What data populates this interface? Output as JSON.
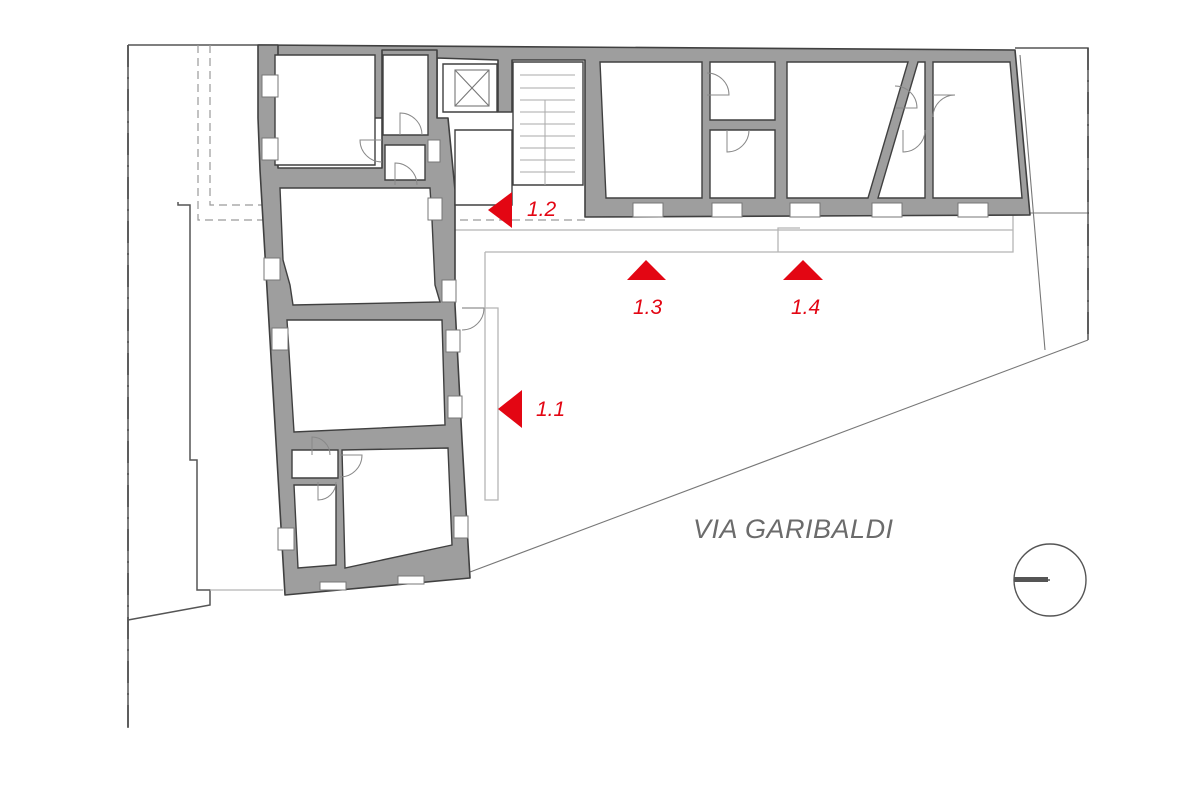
{
  "plan": {
    "street_name": "VIA GARIBALDI",
    "section_markers": [
      {
        "id": "1.1",
        "label": "1.1",
        "direction": "left"
      },
      {
        "id": "1.2",
        "label": "1.2",
        "direction": "left"
      },
      {
        "id": "1.3",
        "label": "1.3",
        "direction": "up"
      },
      {
        "id": "1.4",
        "label": "1.4",
        "direction": "up"
      }
    ],
    "colors": {
      "walls": "#9e9e9e",
      "outline": "#404040",
      "markers": "#e30613",
      "street_text": "#6b6b6b"
    },
    "icons": [
      "north-arrow-icon"
    ]
  }
}
